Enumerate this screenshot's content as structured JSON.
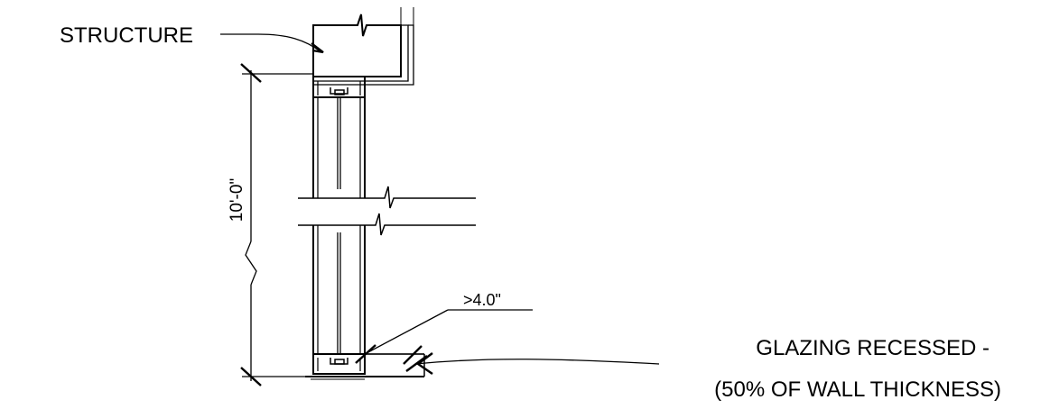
{
  "diagram": {
    "callouts": {
      "structure": "STRUCTURE",
      "glazing_line1": "GLAZING RECESSED -",
      "glazing_line2": "(50% OF WALL THICKNESS)"
    },
    "dimensions": {
      "height": "10'-0\"",
      "recess": ">4.0\""
    }
  }
}
